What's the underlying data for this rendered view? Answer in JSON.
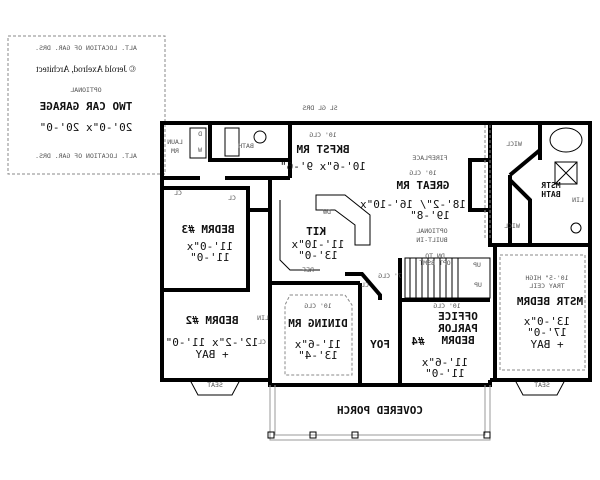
{
  "garage": {
    "alt_top": "ALT. LOCATION OF GAR. DRS.",
    "copyright": "© Jerold Axelrod, Architect",
    "optional": "OPTIONAL",
    "title": "TWO CAR GARAGE",
    "size": "20'-0\"x 20'-0\"",
    "alt_bottom": "ALT. LOCATION OF GAR. DRS."
  },
  "sl_gl_drs": "SL GL DRS",
  "laundry": {
    "label": "LAUN",
    "label2": "RM",
    "dryer": "D",
    "washer": "W"
  },
  "bath": "BATH",
  "bkfst": {
    "clg": "10' CLG",
    "name": "BKFST RM",
    "size": "10'-6\"x 9'-6\""
  },
  "great": {
    "fireplace": "FIREPLACE",
    "clg": "10' CLG",
    "name": "GREAT RM",
    "size1": "18'-2\"/ 16'-10\"x",
    "size2": "19'-8\"",
    "builtin1": "OPTIONAL",
    "builtin2": "BUILT-IN"
  },
  "kit": {
    "dw": "DW",
    "name": "KIT",
    "size1": "11'-10\"x",
    "size2": "13'-0\"",
    "ref": "REF"
  },
  "stairs": {
    "dn1": "DN TO",
    "dn2": "OPT BSMT",
    "up1": "UP",
    "up2": "UP"
  },
  "bedrm3": {
    "name": "BEDRM #3",
    "size1": "11'-0\"x",
    "size2": "11'-0\"",
    "cl1": "CL",
    "cl2": "CL"
  },
  "bedrm2": {
    "name": "BEDRM #2",
    "size1": "12'-2\"x 11'-0\"",
    "size2": "+ BAY",
    "seat": "SEAT",
    "lin": "LIN",
    "cl": "CL"
  },
  "dining": {
    "clg": "10' CLG",
    "name": "DINING RM",
    "size1": "11'-6\"x",
    "size2": "13'-4\""
  },
  "foyer": {
    "name": "FOY",
    "cl": "CL",
    "clg": "7' CLG"
  },
  "office": {
    "clg": "10' CLG",
    "line1": "OFFICE",
    "line2": "PARLOR",
    "line3": "BEDRM",
    "num": "#4",
    "size1": "11'-6\"x",
    "size2": "11'-0\""
  },
  "master": {
    "tray1": "10'-5\" HIGH",
    "tray2": "TRAY CEIL",
    "name": "MSTR BEDRM",
    "size1": "13'-0\"x",
    "size2": "17'-0\"",
    "size3": "+ BAY",
    "seat": "SEAT"
  },
  "master_bath": {
    "wicl1": "WICL",
    "wicl2": "WICL",
    "name1": "MSTR",
    "name2": "BATH",
    "lin": "LIN"
  },
  "porch": "COVERED PORCH"
}
